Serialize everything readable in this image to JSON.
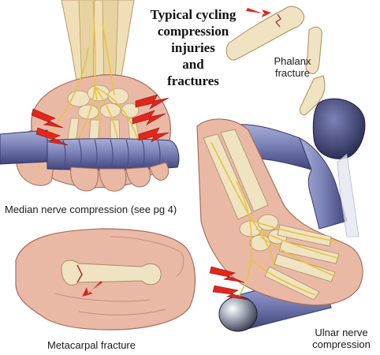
{
  "title": {
    "lines": [
      "Typical cycling",
      "compression",
      "injuries",
      "and",
      "fractures"
    ]
  },
  "labels": {
    "median": "Median nerve compression (see pg 4)",
    "phalanx_line1": "Phalanx",
    "phalanx_line2": "fracture",
    "metacarpal": "Metacarpal fracture",
    "ulnar_line1": "Ulnar nerve",
    "ulnar_line2": "compression"
  },
  "colors": {
    "skin": "#e9b9a6",
    "skin_shadow": "#c98b78",
    "bone": "#efe3c2",
    "bone_shadow": "#cdbb8e",
    "nerve": "#e6c43a",
    "handlebar": "#7b82b8",
    "handlebar_dark": "#4a4f86",
    "pain": "#e3261c",
    "arrow": "#d9261c"
  },
  "icons": [
    "pain-bolt-icon",
    "pointer-arrow-icon"
  ]
}
